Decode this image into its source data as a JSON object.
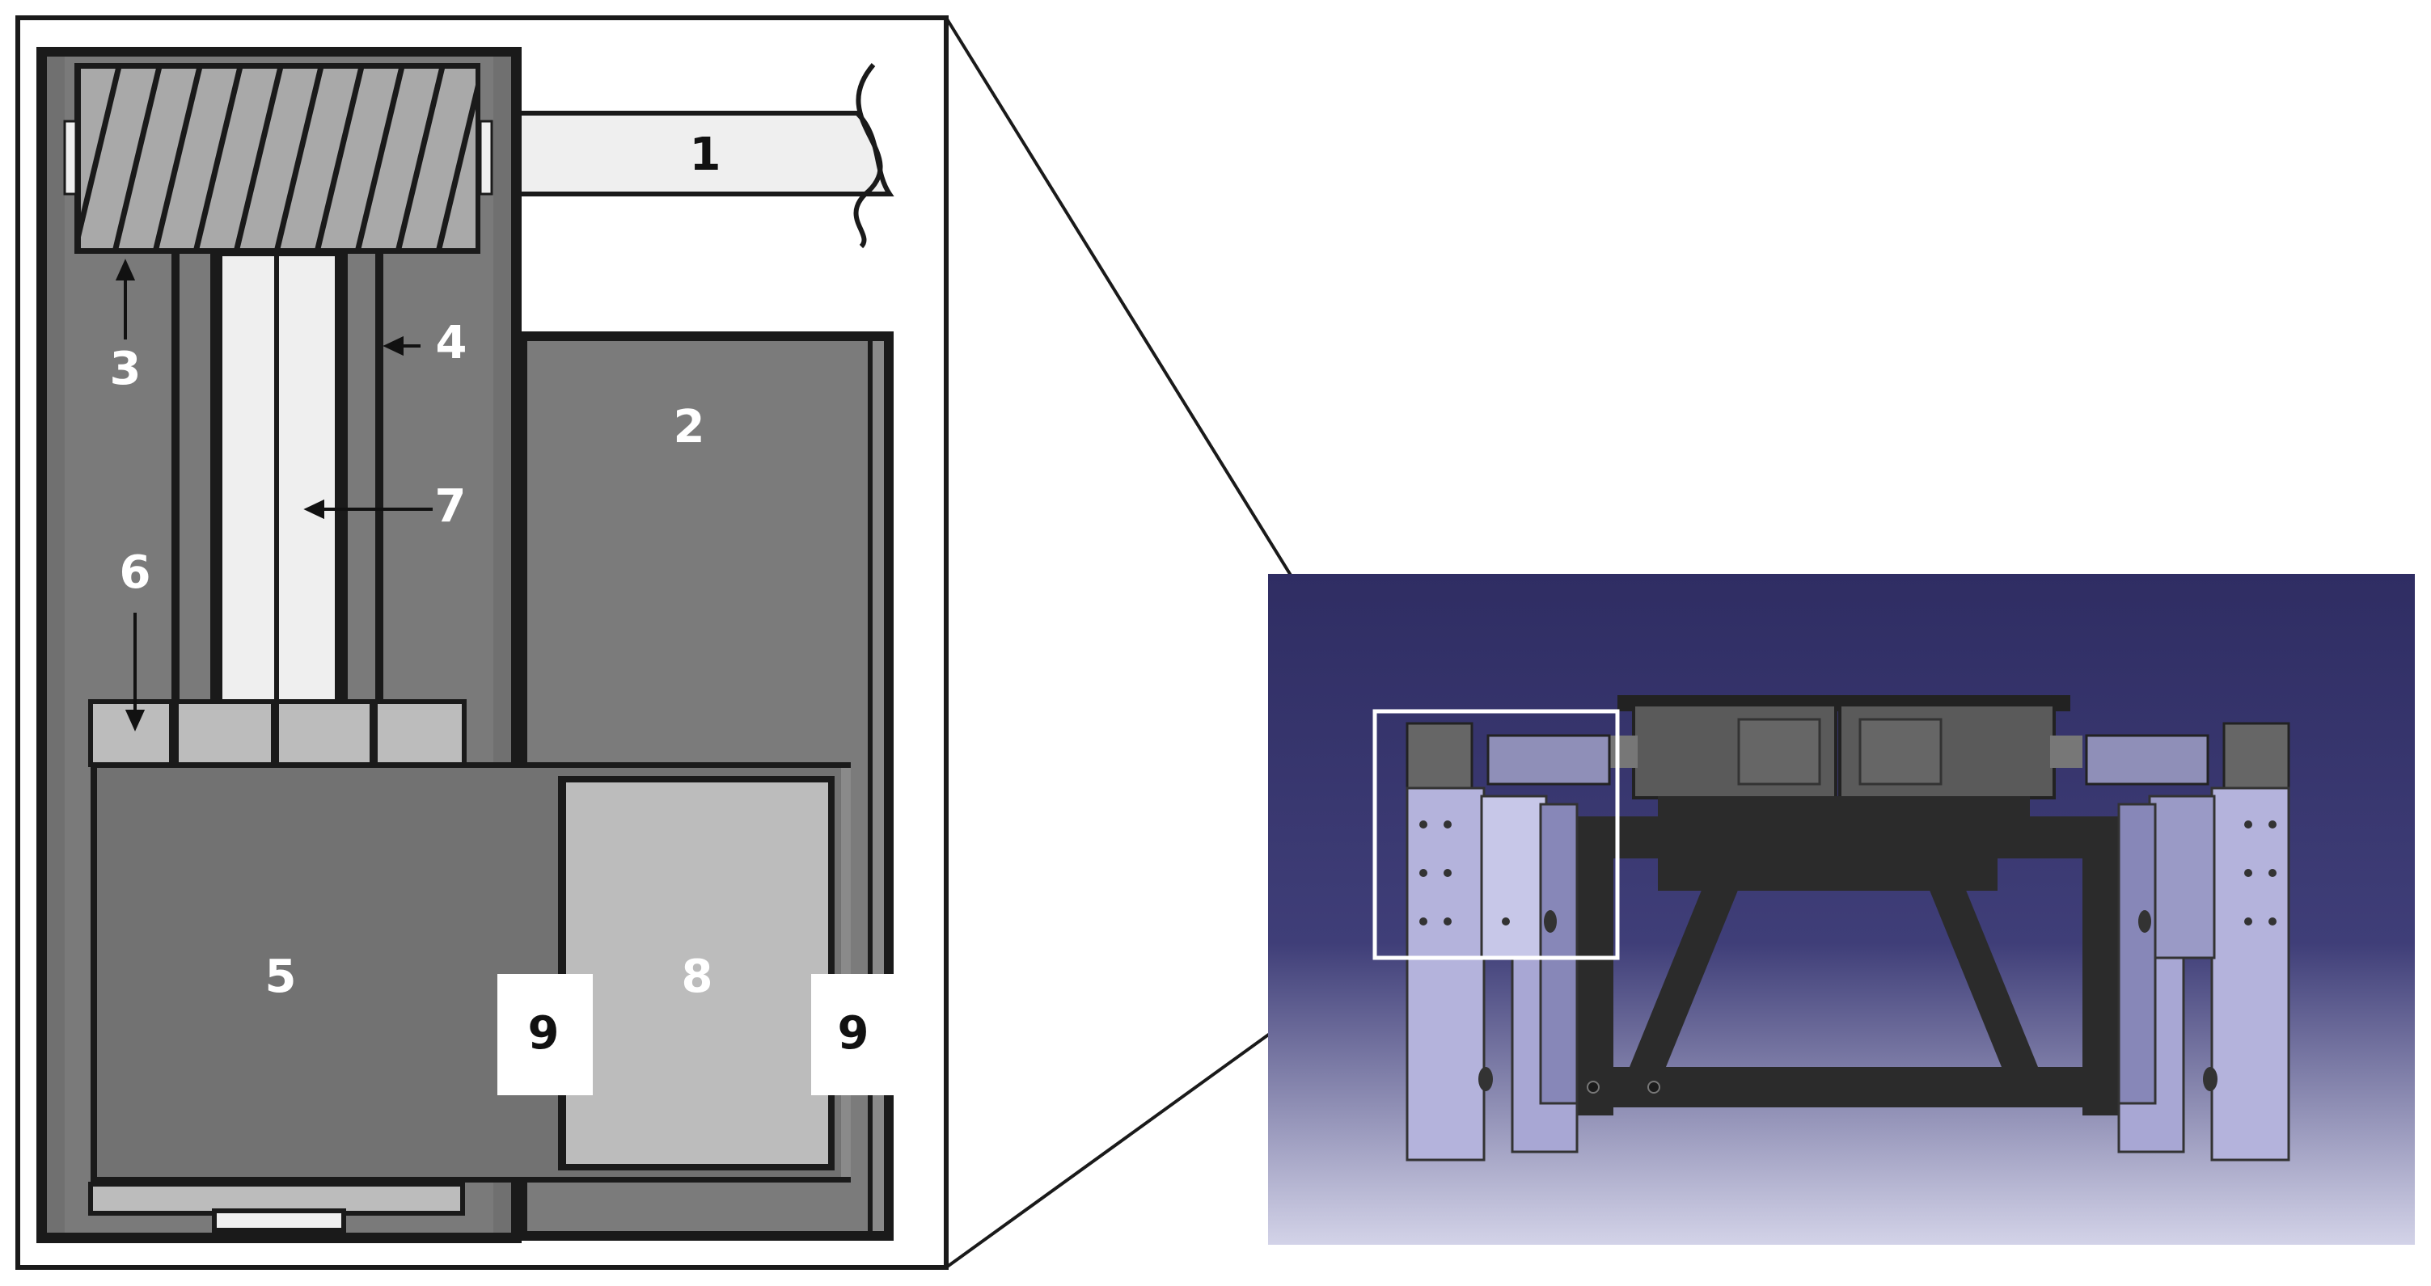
{
  "labels": {
    "l1": "1",
    "l2": "2",
    "l3": "3",
    "l4": "4",
    "l5": "5",
    "l6": "6",
    "l7": "7",
    "l8": "8",
    "l9a": "9",
    "l9b": "9"
  },
  "colors": {
    "frame": "#1a1a1a",
    "dark_gray": "#6f6f6f",
    "mid_gray": "#7f7f7f",
    "light_gray": "#bcbcbc",
    "screw_gray": "#a9a9a9",
    "white_bar": "#efefef",
    "cad_background_top": "#2f2d63",
    "cad_background_bottom": "#cfd0e6",
    "cad_part_lavender": "#b4b3dc",
    "cad_part_dark": "#2b2b2b"
  }
}
